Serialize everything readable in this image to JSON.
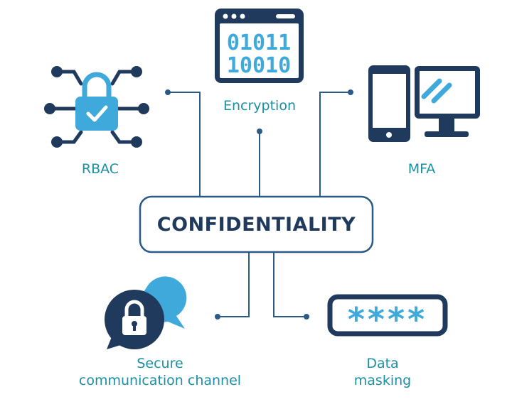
{
  "center": {
    "title": "CONFIDENTIALITY"
  },
  "nodes": {
    "rbac": {
      "label": "RBAC",
      "icon": "lock-network-icon"
    },
    "encryption": {
      "label": "Encryption",
      "icon": "binary-window-icon",
      "binary_line1": "01011",
      "binary_line2": "10010"
    },
    "mfa": {
      "label": "MFA",
      "icon": "phone-monitor-icon"
    },
    "secure_channel": {
      "label_line1": "Secure",
      "label_line2": "communication channel",
      "icon": "lock-chat-icon"
    },
    "data_masking": {
      "label_line1": "Data",
      "label_line2": "masking",
      "icon": "masked-password-icon",
      "mask": "****"
    }
  },
  "colors": {
    "navy": "#1f3a5c",
    "accent": "#3fa9dc",
    "label": "#1b8fa3",
    "line": "#2b5a86"
  }
}
